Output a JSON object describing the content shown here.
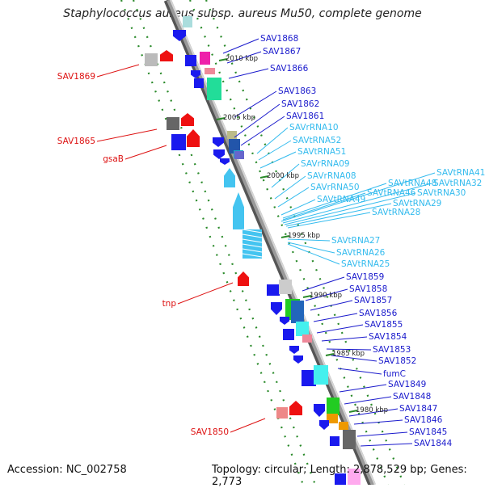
{
  "title": "Staphylococcus aureus subsp. aureus Mu50, complete genome",
  "footer": {
    "accession": "Accession: NC_002758",
    "summary": "Topology: circular; Length: 2,878,529 bp; Genes: 2,773"
  },
  "colors": {
    "blue_gene": "#1a1aee",
    "blue_label": "#1a1acc",
    "red_gene": "#ee1111",
    "red_label": "#dd1111",
    "rna_label": "#33bbee",
    "rna_gene": "#44c4f0",
    "backbone": "#8a8a8a",
    "dots": "#2a8a2a"
  },
  "kbp_marks": [
    "2010 kbp",
    "2005 kbp",
    "2000 kbp",
    "1995 kbp",
    "1990 kbp",
    "1985 kbp",
    "1980 kbp"
  ],
  "labels_right_blue": [
    "SAV1868",
    "SAV1867",
    "SAV1866",
    "SAV1863",
    "SAV1862",
    "SAV1861",
    "SAV1859",
    "SAV1858",
    "SAV1857",
    "SAV1856",
    "SAV1855",
    "SAV1854",
    "SAV1853",
    "SAV1852",
    "fumC",
    "SAV1849",
    "SAV1848",
    "SAV1847",
    "SAV1846",
    "SAV1845",
    "SAV1844"
  ],
  "labels_rna": [
    "SAVrRNA10",
    "SAVtRNA52",
    "SAVtRNA51",
    "SAVrRNA09",
    "SAVrRNA08",
    "SAVrRNA50",
    "SAVtRNA49",
    "SAVtRNA48",
    "SAVtRNA46",
    "SAVtRNA41",
    "SAVtRNA32",
    "SAVtRNA30",
    "SAVtRNA29",
    "SAVtRNA28",
    "SAVtRNA27",
    "SAVtRNA26",
    "SAVtRNA25"
  ],
  "labels_left_red": [
    "SAV1869",
    "SAV1865",
    "gsaB",
    "tnp",
    "SAV1850"
  ]
}
